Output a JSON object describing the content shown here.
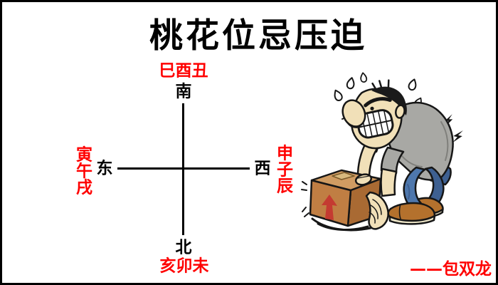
{
  "window": {
    "background": "#ffffff",
    "border_color": "#000000"
  },
  "header": {
    "title": "桃花位忌压迫"
  },
  "compass": {
    "axis_color": "#000000",
    "direction_color": "#000000",
    "branch_color": "#ff0000",
    "south": {
      "direction": "南",
      "branches": "巳酉丑"
    },
    "east": {
      "direction": "东",
      "branches": "寅午戌"
    },
    "west": {
      "direction": "西",
      "branches": "申子辰"
    },
    "north": {
      "direction": "北",
      "branches": "亥卯未"
    }
  },
  "footer": {
    "signature": "——包双龙"
  },
  "illustration": {
    "name": "man-straining-to-lift-cardboard-box",
    "colors": {
      "skin": "#f1e0b8",
      "hair": "#1a1a1a",
      "shirt": "#a8a8a4",
      "shirt_shade": "#7f7f7b",
      "jeans": "#4e77ac",
      "jeans_dark": "#3e6091",
      "shoe": "#b4712d",
      "sole": "#efe7c9",
      "box_front": "#c07e43",
      "box_side": "#a96a33",
      "box_top": "#d09c62",
      "box_label": "#d8b97e",
      "arrow": "#c43b31",
      "sweat": "#ffffff",
      "ink": "#161616"
    }
  }
}
